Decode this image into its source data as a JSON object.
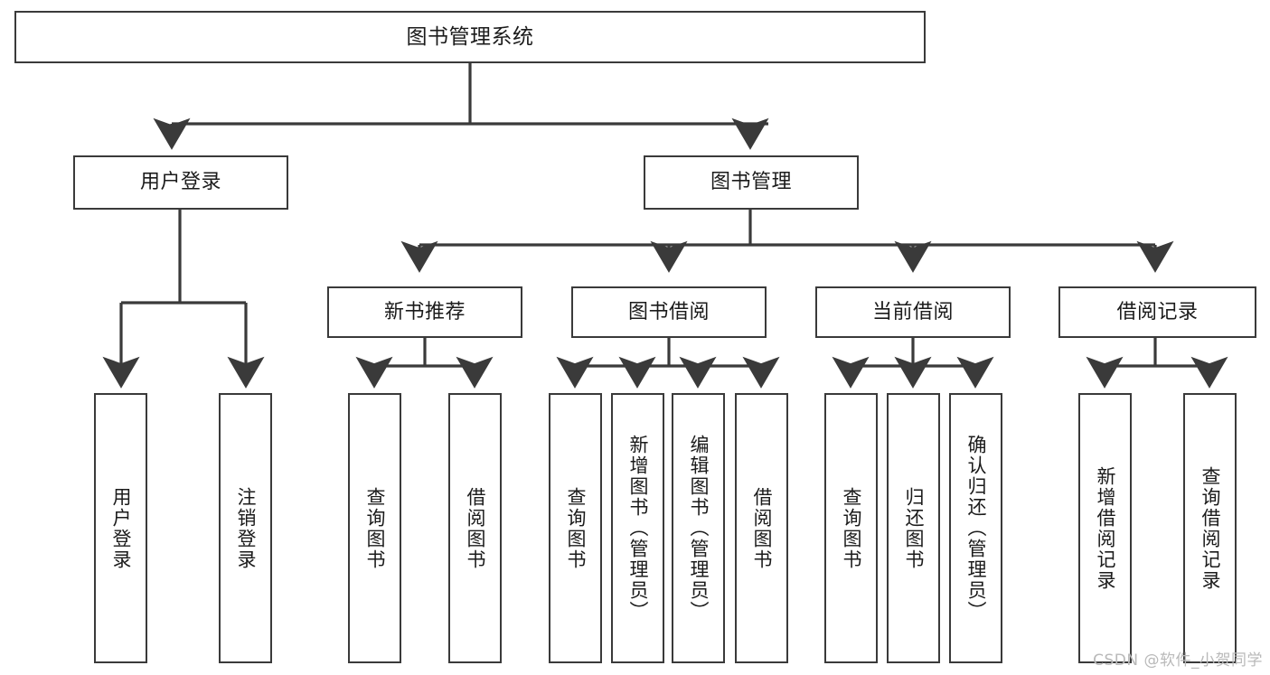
{
  "diagram": {
    "title": "图书管理系统",
    "type": "tree-hierarchy",
    "watermark": "CSDN @软件_小贺同学",
    "colors": {
      "stroke": "#3a3a3a",
      "background": "#ffffff",
      "text": "#1b1b1b",
      "watermark": "#b9b9b9"
    },
    "nodes": {
      "root": {
        "label": "图书管理系统"
      },
      "level2": [
        {
          "id": "user-login",
          "label": "用户登录"
        },
        {
          "id": "book-management",
          "label": "图书管理"
        }
      ],
      "level3": [
        {
          "id": "new-book-recommend",
          "label": "新书推荐"
        },
        {
          "id": "book-borrow",
          "label": "图书借阅"
        },
        {
          "id": "current-borrow",
          "label": "当前借阅"
        },
        {
          "id": "borrow-record",
          "label": "借阅记录"
        }
      ],
      "leaves": {
        "user_login": [
          {
            "id": "leaf-user-login",
            "label": "用户登录"
          },
          {
            "id": "leaf-logout-login",
            "label": "注销登录"
          }
        ],
        "new_book_recommend": [
          {
            "id": "leaf-query-book-1",
            "label": "查询图书"
          },
          {
            "id": "leaf-borrow-book-1",
            "label": "借阅图书"
          }
        ],
        "book_borrow": [
          {
            "id": "leaf-query-book-2",
            "label": "查询图书"
          },
          {
            "id": "leaf-add-book",
            "label": "新增图书（管理员）"
          },
          {
            "id": "leaf-edit-book",
            "label": "编辑图书（管理员）"
          },
          {
            "id": "leaf-borrow-book-2",
            "label": "借阅图书"
          }
        ],
        "current_borrow": [
          {
            "id": "leaf-query-book-3",
            "label": "查询图书"
          },
          {
            "id": "leaf-return-book",
            "label": "归还图书"
          },
          {
            "id": "leaf-confirm-return",
            "label": "确认归还（管理员）"
          }
        ],
        "borrow_record": [
          {
            "id": "leaf-add-record",
            "label": "新增借阅记录"
          },
          {
            "id": "leaf-query-record",
            "label": "查询借阅记录"
          }
        ]
      }
    }
  }
}
